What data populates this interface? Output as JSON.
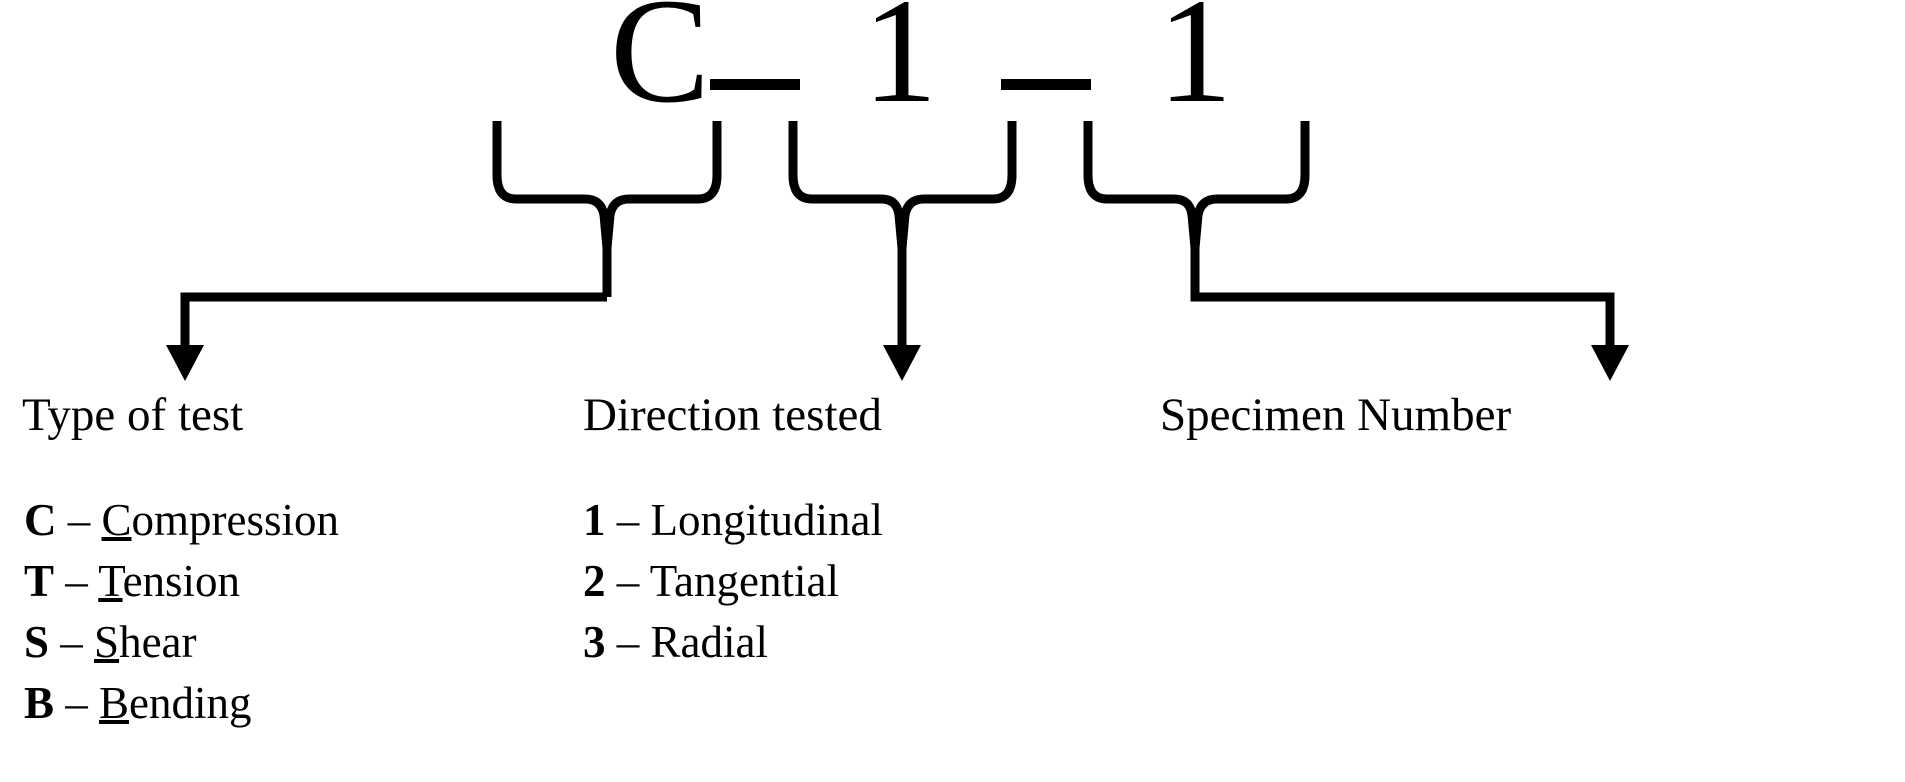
{
  "diagram": {
    "title_code": "C – 1 – 1",
    "code": {
      "chars": [
        "C",
        "1",
        "1"
      ],
      "separator": "–"
    },
    "columns": [
      {
        "id": "type-of-test",
        "heading": "Type of test",
        "entries": [
          {
            "key": "C",
            "dash": "–",
            "word": "Compression",
            "underlined_prefix": "C",
            "rest": "ompression"
          },
          {
            "key": "T",
            "dash": "–",
            "word": "Tension",
            "underlined_prefix": "T",
            "rest": "ension"
          },
          {
            "key": "S",
            "dash": "–",
            "word": "Shear",
            "underlined_prefix": "S",
            "rest": "hear"
          },
          {
            "key": "B",
            "dash": "–",
            "word": "Bending",
            "underlined_prefix": "B",
            "rest": "ending"
          }
        ]
      },
      {
        "id": "direction-tested",
        "heading": "Direction tested",
        "entries": [
          {
            "key": "1",
            "dash": "–",
            "word": "Longitudinal",
            "underlined_prefix": "",
            "rest": "Longitudinal"
          },
          {
            "key": "2",
            "dash": "–",
            "word": "Tangential",
            "underlined_prefix": "",
            "rest": "Tangential"
          },
          {
            "key": "3",
            "dash": "–",
            "word": "Radial",
            "underlined_prefix": "",
            "rest": "Radial"
          }
        ]
      },
      {
        "id": "specimen-number",
        "heading": "Specimen Number",
        "entries": []
      }
    ],
    "colors": {
      "ink": "#000000",
      "paper": "#ffffff"
    }
  }
}
